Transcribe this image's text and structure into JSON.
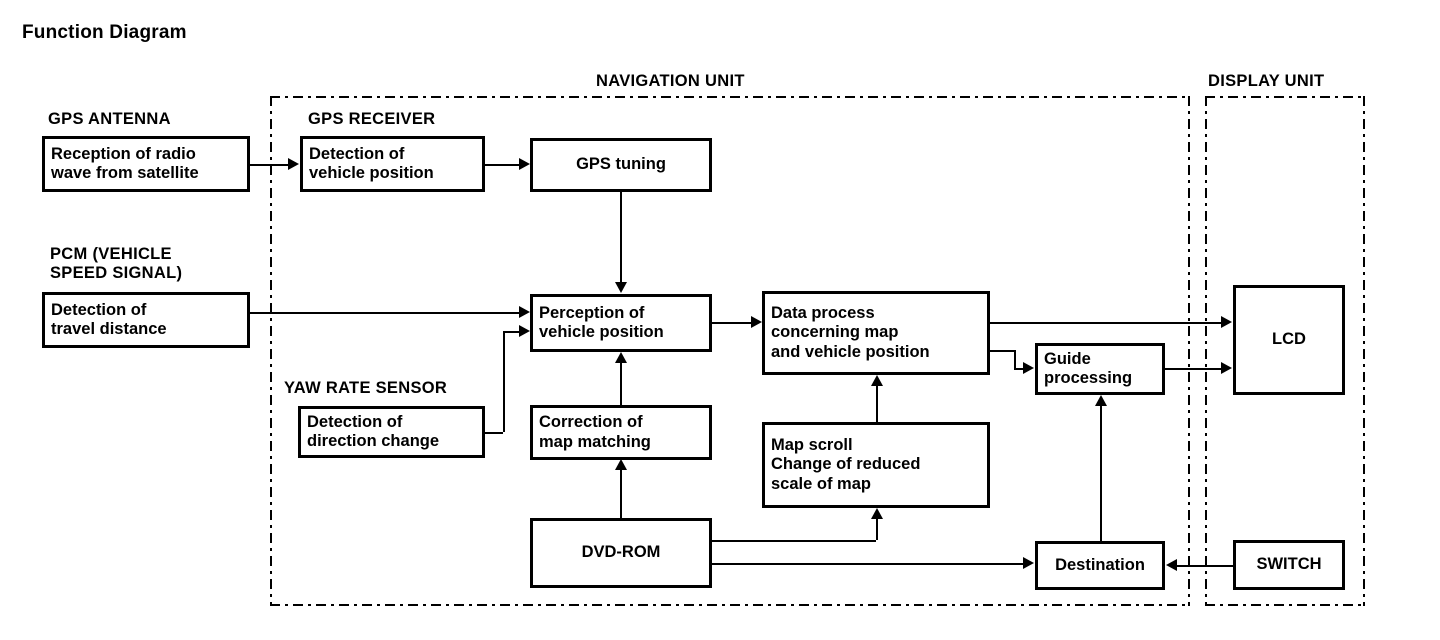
{
  "title": "Function Diagram",
  "zones": [
    {
      "name": "navigation-unit",
      "caption": "NAVIGATION UNIT"
    },
    {
      "name": "display-unit",
      "caption": "DISPLAY UNIT"
    }
  ],
  "captions": {
    "gps_antenna": "GPS ANTENNA",
    "gps_receiver": "GPS RECEIVER",
    "pcm": "PCM (VEHICLE\nSPEED SIGNAL)",
    "yaw_rate_sensor": "YAW RATE SENSOR",
    "navigation_unit": "NAVIGATION UNIT",
    "display_unit": "DISPLAY UNIT"
  },
  "blocks": {
    "reception": "Reception of radio\nwave from satellite",
    "detection_vehicle_position": "Detection of\nvehicle position",
    "gps_tuning": "GPS tuning",
    "detection_travel_distance": "Detection of\ntravel distance",
    "detection_direction_change": "Detection of\ndirection change",
    "perception": "Perception of\nvehicle position",
    "correction": "Correction of\nmap matching",
    "dvd_rom": "DVD-ROM",
    "data_process": "Data process\nconcerning map\nand vehicle position",
    "map_scroll": "Map scroll\nChange of reduced\nscale of map",
    "guide_processing": "Guide\nprocessing",
    "destination": "Destination",
    "lcd": "LCD",
    "switch": "SWITCH"
  },
  "colors": {
    "ink": "#000000",
    "paper": "#ffffff"
  }
}
